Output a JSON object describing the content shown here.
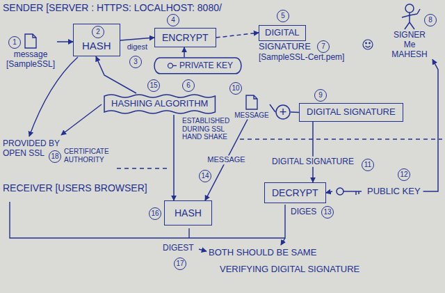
{
  "diagram": {
    "title": "SENDER [SERVER : HTTPS: LOCALHOST: 8080/",
    "nodes": [
      {
        "text": [
          "message [SampleSSL]"
        ]
      },
      {
        "text": [
          "HASH"
        ]
      },
      {
        "text": [
          "ENCRYPT"
        ]
      },
      {
        "text": [
          "DIGITAL",
          "SIGNATURE"
        ]
      },
      {
        "text": [
          "SIGNER",
          "Me",
          "MAHESH"
        ]
      },
      {
        "text": [
          "PRIVATE KEY"
        ]
      },
      {
        "text": [
          "HASHING ALGORITHM"
        ]
      },
      {
        "text": [
          "MESSAGE"
        ]
      },
      {
        "text": [
          "+"
        ]
      },
      {
        "text": [
          "DIGITAL SIGNATURE"
        ]
      },
      {
        "text": [
          "DECRYPT"
        ]
      },
      {
        "text": [
          "PUBLIC KEY"
        ]
      },
      {
        "text": [
          "HASH"
        ]
      }
    ],
    "edges": [
      {
        "from": 0,
        "to": 1,
        "arrow": "to"
      },
      {
        "from": 1,
        "to": 2,
        "label": "digest",
        "arrow": "to"
      },
      {
        "from": 5,
        "to": 2,
        "arrow": "to"
      },
      {
        "from": 2,
        "to": 3,
        "arrow": "to"
      },
      {
        "from": 6,
        "to": 1,
        "arrow": "to"
      },
      {
        "from": 6,
        "to": 12,
        "arrow": "to"
      },
      {
        "from": 7,
        "to": 8,
        "arrow": "none"
      },
      {
        "from": 9,
        "to": 8,
        "arrow": "none"
      },
      {
        "from": 7,
        "to": 12,
        "label": "MESSAGE",
        "arrow": "to"
      },
      {
        "from": 9,
        "to": 10,
        "label": "DIGITAL SIGNATURE",
        "arrow": "to"
      },
      {
        "from": 11,
        "to": 10,
        "arrow": "to"
      },
      {
        "from": 11,
        "to": 4,
        "arrow": "to"
      }
    ],
    "labels": [
      "1",
      "2",
      "3",
      "4",
      "5",
      "6",
      "7",
      "[SampleSSL-Cert.pem]",
      "8",
      "15",
      "ESTABLISHED DURING SSL HAND SHAKE",
      "10",
      "9",
      "PROVIDED BY OPEN SSL",
      "18",
      "CERTIFICATE AUTHORITY",
      "RECEIVER [USERS BROWSER]",
      "11",
      "12",
      "14",
      "DIGES",
      "13",
      "16",
      "DIGEST",
      "17",
      "BOTH SHOULD BE SAME",
      "VERIFYING DIGITAL SIGNATURE"
    ]
  }
}
